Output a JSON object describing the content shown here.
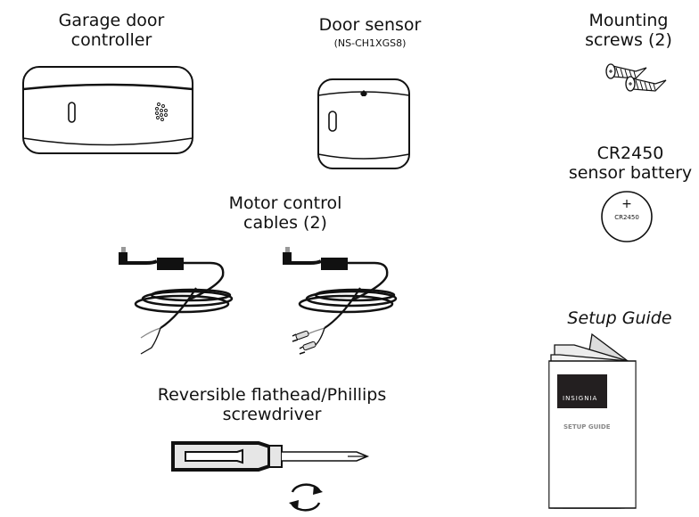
{
  "items": {
    "controller": {
      "line1": "Garage door",
      "line2": "controller"
    },
    "sensor": {
      "line1": "Door sensor",
      "model": "(NS-CH1XGS8)"
    },
    "screws": {
      "line1": "Mounting",
      "line2": "screws (2)"
    },
    "battery": {
      "line1": "CR2450",
      "line2": "sensor battery",
      "plus": "+",
      "marking": "CR2450"
    },
    "cables": {
      "line1": "Motor control",
      "line2": "cables (2)"
    },
    "guide": {
      "title": "Setup Guide",
      "brand": "INSIGNIA",
      "cover_text": "SETUP GUIDE"
    },
    "screwdriver": {
      "line1": "Reversible flathead/Phillips",
      "line2": "screwdriver"
    }
  },
  "colors": {
    "ink": "#111111",
    "brand_block": "#231f20",
    "cover_text": "#888888",
    "page_gray": "#dcdcdc",
    "page_light": "#ececec"
  }
}
